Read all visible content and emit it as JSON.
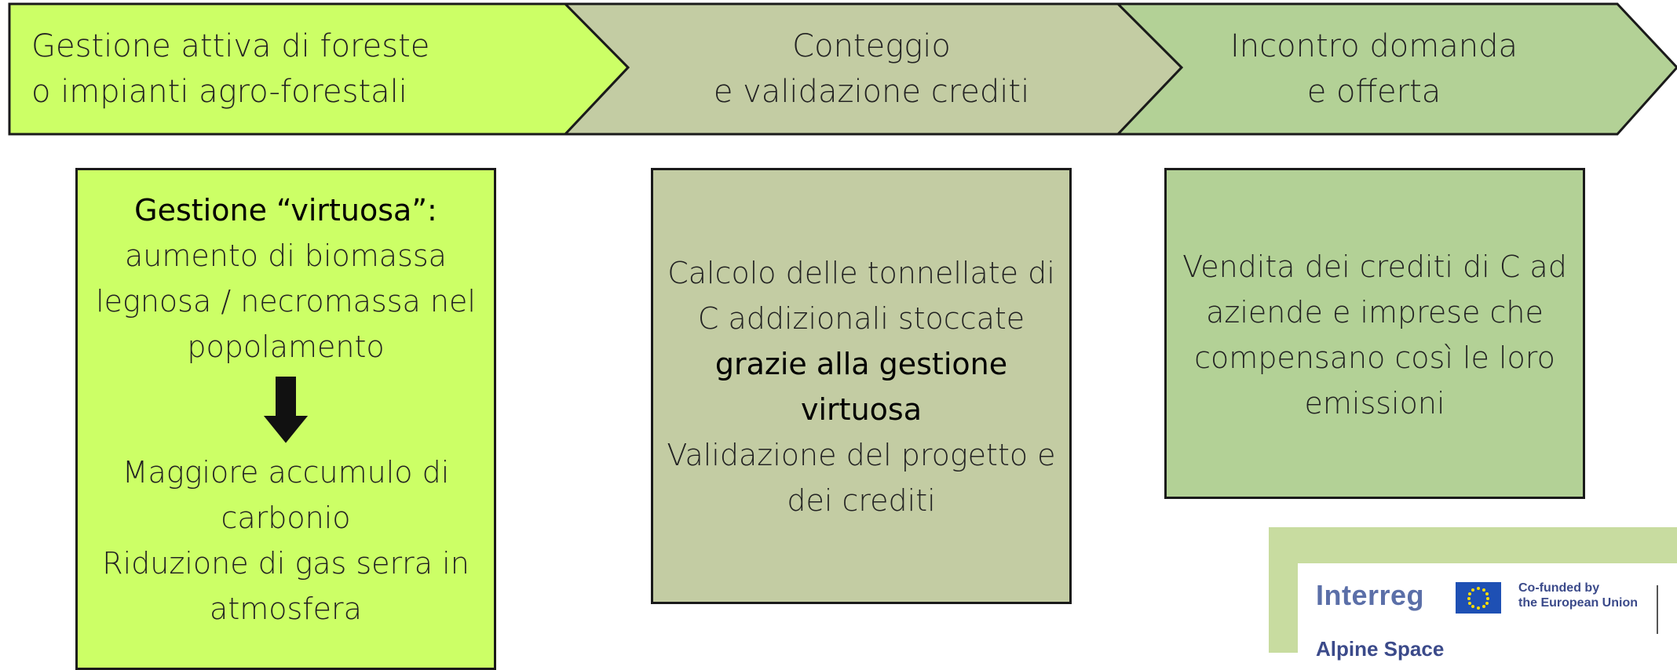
{
  "steps": [
    {
      "lines": [
        "Gestione attiva di foreste",
        "o impianti agro-forestali"
      ],
      "color": "#ccff66"
    },
    {
      "lines": [
        "Conteggio",
        "e validazione crediti"
      ],
      "color": "#c3cca3"
    },
    {
      "lines": [
        "Incontro domanda",
        "e offerta"
      ],
      "color": "#b3d196"
    }
  ],
  "box1": {
    "title": "Gestione “virtuosa”:",
    "lines": [
      "aumento di biomassa",
      "legnosa / necromassa nel",
      "popolamento"
    ],
    "result": [
      "Maggiore accumulo di",
      "carbonio",
      "Riduzione di gas serra in",
      "atmosfera"
    ]
  },
  "box2": {
    "line1": "Calcolo delle tonnellate di",
    "line2": "C addizionali stoccate",
    "em1": "grazie alla gestione",
    "em2": "virtuosa",
    "line3": "Validazione del progetto e",
    "line4": "dei crediti"
  },
  "box3": {
    "lines": [
      "Vendita dei crediti di C ad",
      "aziende e imprese che",
      "compensano così le loro",
      "emissioni"
    ]
  },
  "logo": {
    "brand": "Interreg",
    "program": "Alpine Space",
    "cofund1": "Co-funded by",
    "cofund2": "the European Union"
  }
}
